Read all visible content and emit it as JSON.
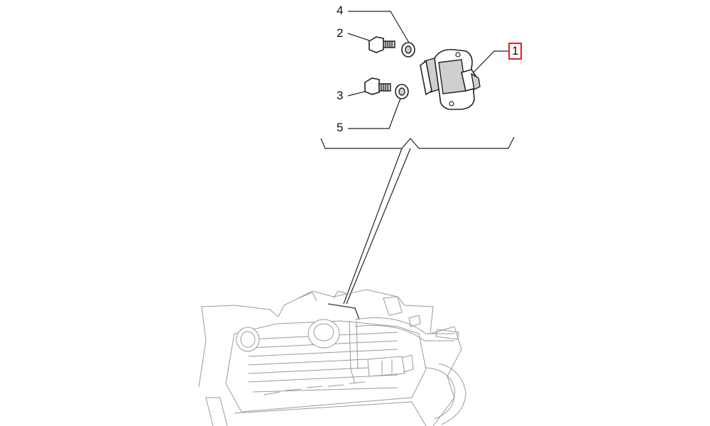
{
  "callouts": {
    "c1": "1",
    "c2": "2",
    "c3": "3",
    "c4": "4",
    "c5": "5"
  },
  "selected_callout": "1",
  "colors": {
    "highlight": "#e02020",
    "ink": "#222222",
    "ghost": "#9a9a9a"
  }
}
